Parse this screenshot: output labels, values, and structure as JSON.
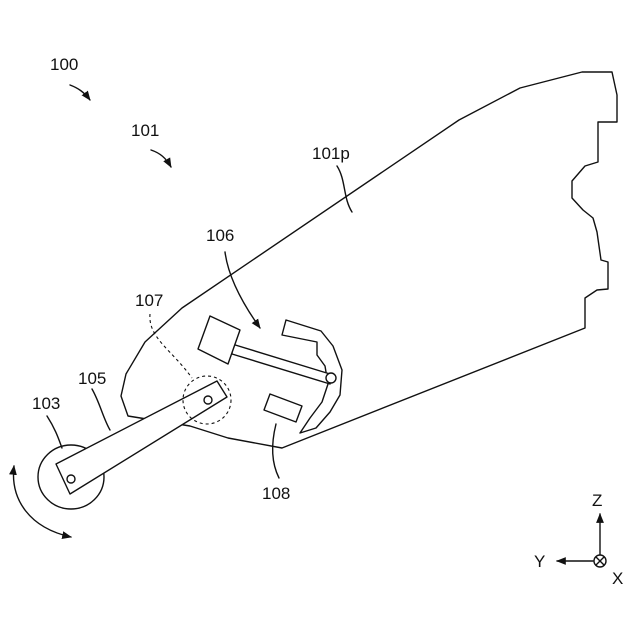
{
  "labels": {
    "ref_100": "100",
    "ref_101": "101",
    "ref_101p": "101p",
    "ref_106": "106",
    "ref_107": "107",
    "ref_103": "103",
    "ref_105": "105",
    "ref_108": "108"
  },
  "axes": {
    "z": "Z",
    "y": "Y",
    "x": "X"
  },
  "colors": {
    "line": "#111111",
    "background": "#ffffff"
  }
}
